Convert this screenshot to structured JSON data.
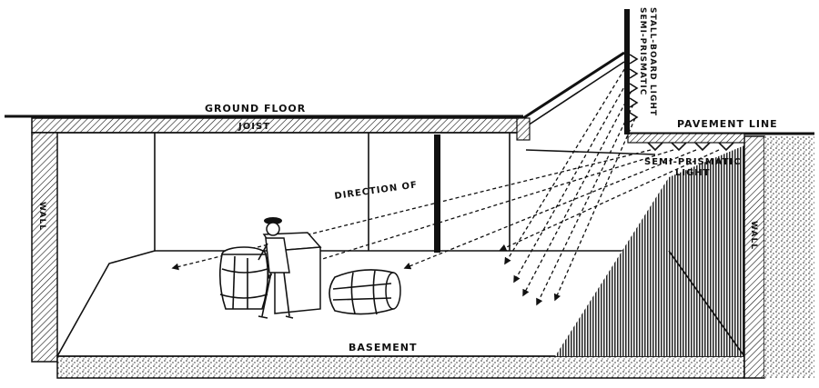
{
  "labels": {
    "ground_floor": "GROUND FLOOR",
    "joist": "JOIST",
    "pavement_line": "PAVEMENT LINE",
    "stall_board_light_1": "SEMI-PRISMATIC",
    "stall_board_light_2": "STALL-BOARD LIGHT",
    "semi_prismatic_light_1": "SEMI-PRISMATIC",
    "semi_prismatic_light_2": "LIGHT",
    "direction": "DIRECTION OF",
    "wall_left": "WALL",
    "wall_right": "WALL",
    "basement": "BASEMENT"
  },
  "colors": {
    "ink": "#111111",
    "paper": "#ffffff"
  }
}
